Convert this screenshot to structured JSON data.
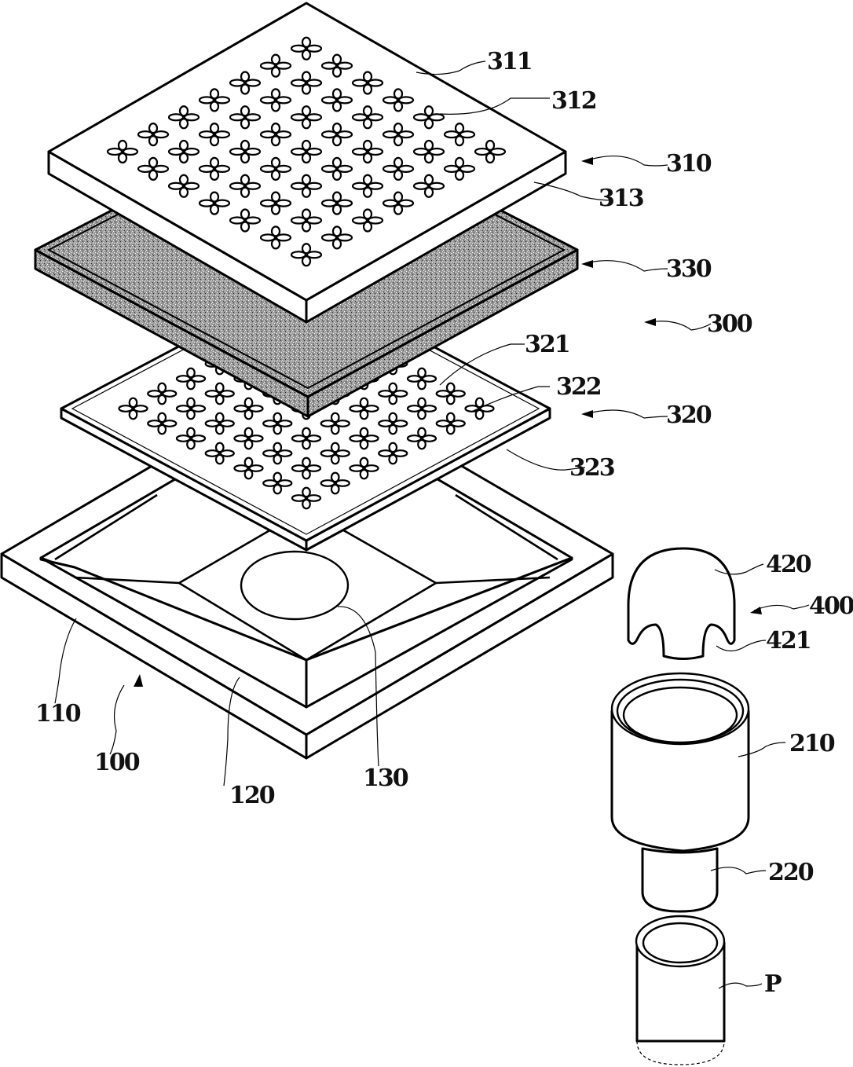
{
  "figure": {
    "description_labels": {
      "top_cover_plate": "310",
      "top_surface": "311",
      "perforation": "312",
      "side_wall": "313",
      "filter_assembly": "300",
      "filter_mesh": "330",
      "lower_plate": "320",
      "lower_plate_surface": "321",
      "lower_perforation": "322",
      "lower_plate_frame": "323",
      "base_body": "100",
      "outer_frame": "110",
      "inner_sloped_floor": "120",
      "drain_opening": "130",
      "trap_cap_assembly": "400",
      "dome_cap": "420",
      "cap_notch": "421",
      "upper_pipe": "210",
      "lower_pipe": "220",
      "drain_pipe": "P"
    }
  },
  "colors": {
    "ink": "#000000",
    "paper": "#ffffff",
    "mesh": "#8a8a8a"
  }
}
